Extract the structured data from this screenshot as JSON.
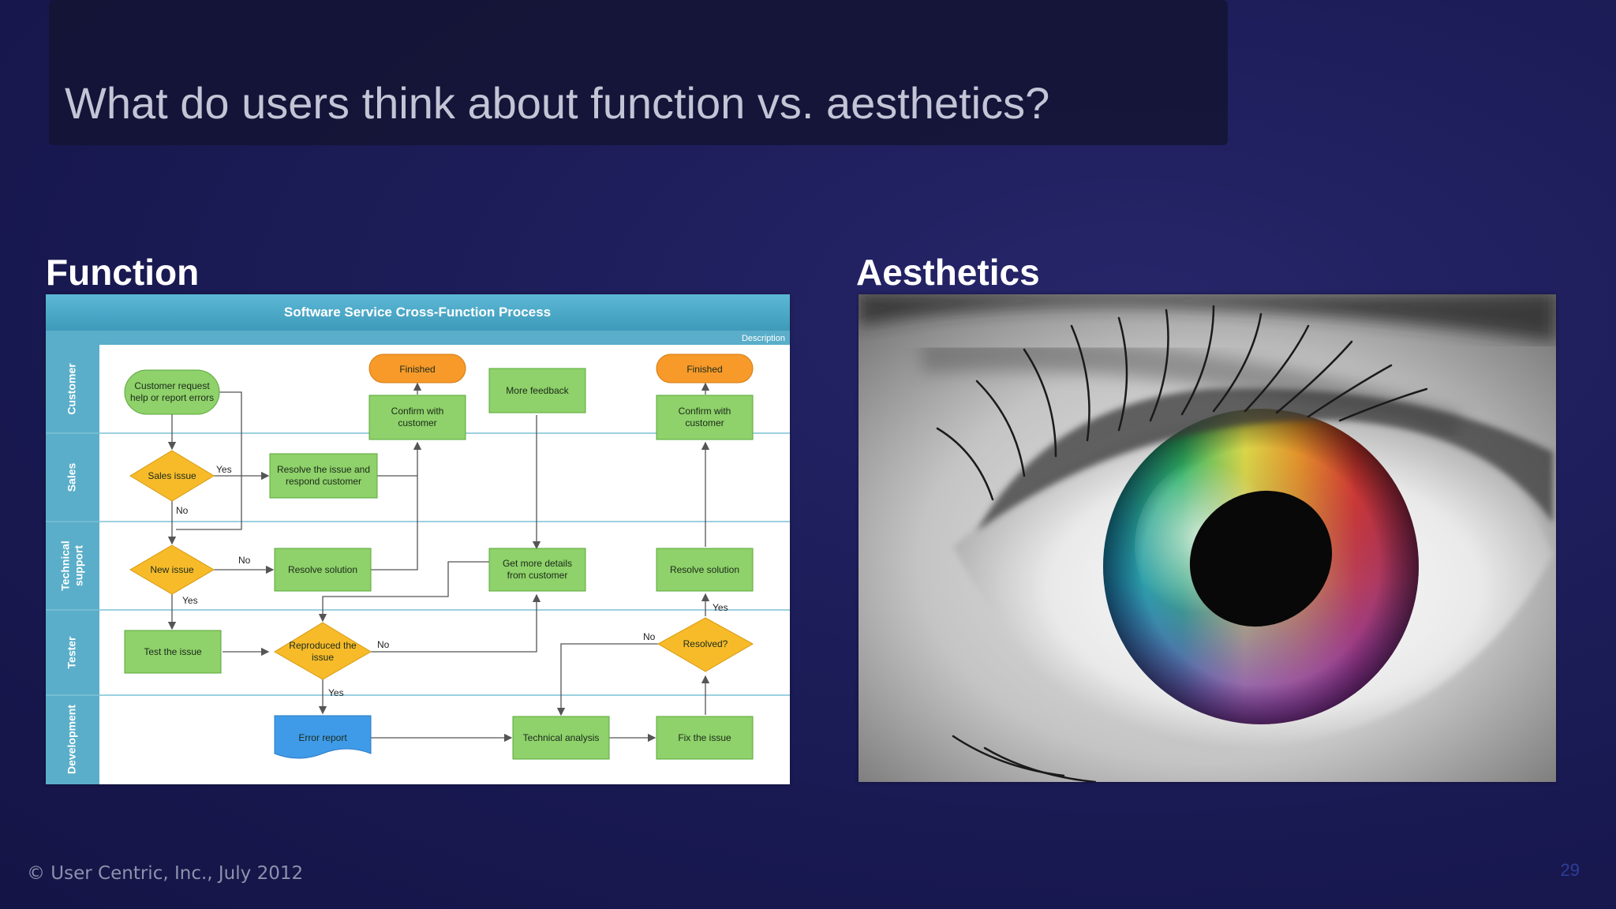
{
  "slide": {
    "title": "What do users think about function vs. aesthetics?",
    "left_label": "Function",
    "right_label": "Aesthetics",
    "footer": "© User Centric, Inc., July 2012",
    "page_number": "29"
  },
  "flowchart": {
    "title": "Software Service Cross-Function Process",
    "description_label": "Description",
    "lanes": [
      "Customer",
      "Sales",
      "Technical support",
      "Tester",
      "Development"
    ],
    "nodes": {
      "customer_request": "Customer request help or report errors",
      "finished_1": "Finished",
      "confirm_1": "Confirm with customer",
      "more_feedback": "More feedback",
      "finished_2": "Finished",
      "confirm_2": "Confirm with customer",
      "sales_issue": "Sales issue",
      "resolve_respond": "Resolve the issue and respond customer",
      "new_issue": "New issue",
      "resolve_solution_1": "Resolve solution",
      "get_more_details": "Get more details from customer",
      "resolve_solution_2": "Resolve solution",
      "test_issue": "Test the issue",
      "reproduced": "Reproduced the issue",
      "resolved": "Resolved?",
      "error_report": "Error report",
      "technical_analysis": "Technical analysis",
      "fix_issue": "Fix the issue"
    },
    "edge_labels": {
      "yes_sales": "Yes",
      "no_sales": "No",
      "no_new": "No",
      "yes_new": "Yes",
      "no_reproduced": "No",
      "yes_reproduced": "Yes",
      "no_resolved": "No",
      "yes_resolved": "Yes"
    },
    "colors": {
      "header": "#4aa9c8",
      "lane_bar": "#5aaec9",
      "process": "#8fd16a",
      "decision": "#f7bb2a",
      "terminator": "#f79a2a",
      "document": "#3f9be8"
    }
  },
  "image": {
    "subject": "eye-photo"
  },
  "colors": {
    "background": "#1c1c58",
    "title_text": "#c3c5d6",
    "label_text": "#ffffff"
  }
}
